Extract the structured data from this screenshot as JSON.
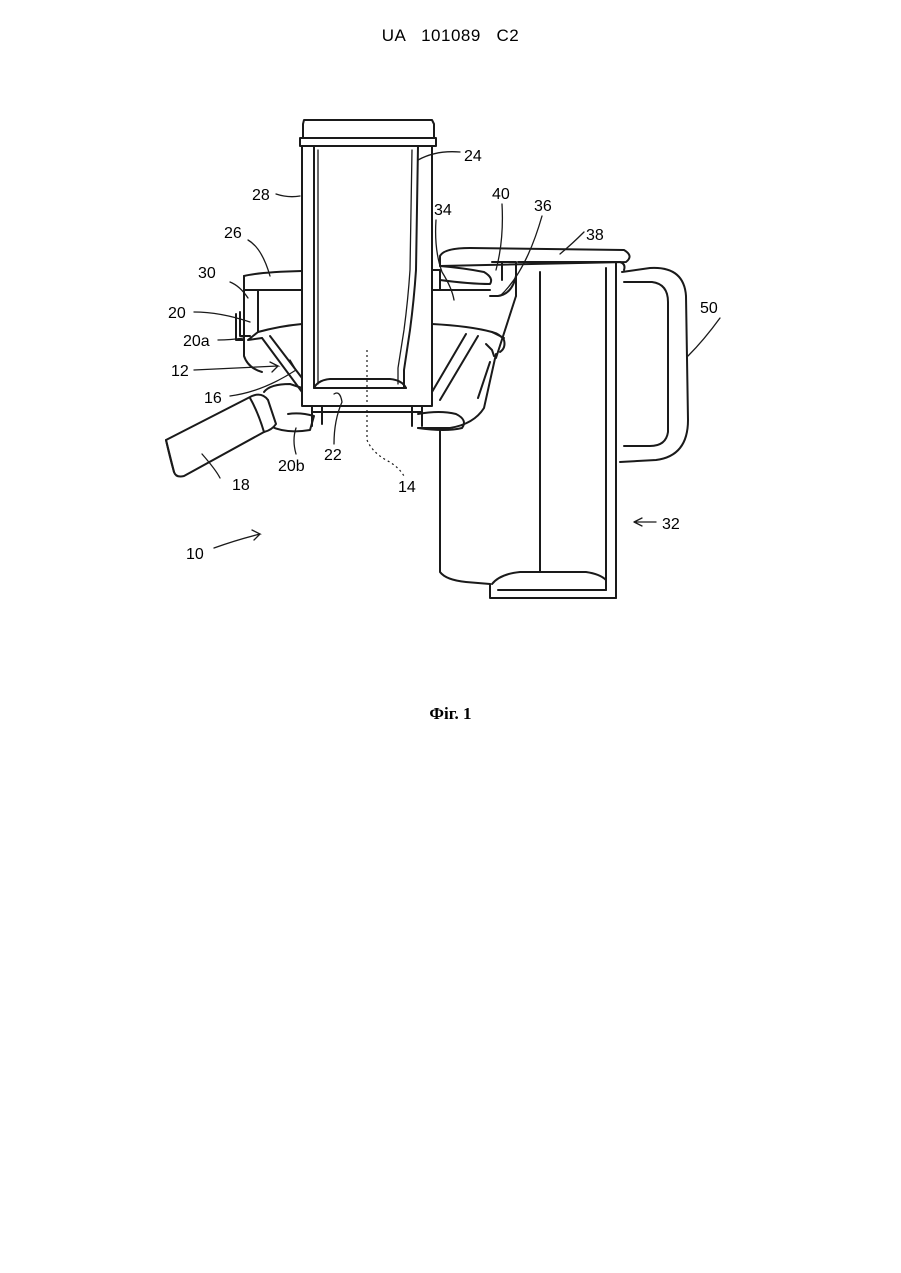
{
  "header": {
    "doc_number": "UA   101089   C2"
  },
  "figure": {
    "caption": "Фіг. 1",
    "labels": {
      "l10": "10",
      "l12": "12",
      "l14": "14",
      "l16": "16",
      "l18": "18",
      "l20": "20",
      "l20a": "20a",
      "l20b": "20b",
      "l22": "22",
      "l24": "24",
      "l26": "26",
      "l28": "28",
      "l30": "30",
      "l32": "32",
      "l34": "34",
      "l36": "36",
      "l38": "38",
      "l40": "40",
      "l50": "50"
    }
  }
}
